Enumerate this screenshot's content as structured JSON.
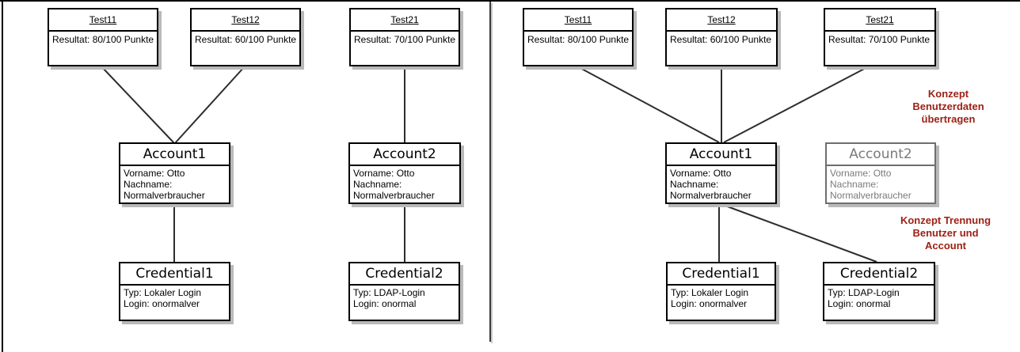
{
  "panels": {
    "left": {
      "test11": {
        "title": "Test11",
        "body": [
          "Resultat: 80/100 Punkte"
        ]
      },
      "test12": {
        "title": "Test12",
        "body": [
          "Resultat: 60/100 Punkte"
        ]
      },
      "test21": {
        "title": "Test21",
        "body": [
          "Resultat: 70/100 Punkte"
        ]
      },
      "account1": {
        "title": "Account1",
        "body": [
          "Vorname: Otto",
          "Nachname:",
          "Normalverbraucher"
        ]
      },
      "account2": {
        "title": "Account2",
        "body": [
          "Vorname: Otto",
          "Nachname:",
          "Normalverbraucher"
        ]
      },
      "credential1": {
        "title": "Credential1",
        "body": [
          "Typ: Lokaler Login",
          "Login: onormalver"
        ]
      },
      "credential2": {
        "title": "Credential2",
        "body": [
          "Typ: LDAP-Login",
          "Login: onormal"
        ]
      }
    },
    "right": {
      "test11": {
        "title": "Test11",
        "body": [
          "Resultat: 80/100 Punkte"
        ]
      },
      "test12": {
        "title": "Test12",
        "body": [
          "Resultat: 60/100 Punkte"
        ]
      },
      "test21": {
        "title": "Test21",
        "body": [
          "Resultat: 70/100 Punkte"
        ]
      },
      "account1": {
        "title": "Account1",
        "body": [
          "Vorname: Otto",
          "Nachname:",
          "Normalverbraucher"
        ]
      },
      "account2": {
        "title": "Account2",
        "body": [
          "Vorname: Otto",
          "Nachname:",
          "Normalverbraucher"
        ]
      },
      "credential1": {
        "title": "Credential1",
        "body": [
          "Typ: Lokaler Login",
          "Login: onormalver"
        ]
      },
      "credential2": {
        "title": "Credential2",
        "body": [
          "Typ: LDAP-Login",
          "Login: onormal"
        ]
      }
    }
  },
  "annotations": {
    "transfer": {
      "line1": "Konzept",
      "line2": "Benutzerdaten",
      "line3": "übertragen"
    },
    "separation": {
      "line1": "Konzept Trennung",
      "line2": "Benutzer und",
      "line3": "Account"
    }
  },
  "colors": {
    "annotation_red": "#9e2015",
    "box_border": "#000000",
    "box_shadow": "#b9b9b9",
    "edge_line": "#2d2d2d",
    "muted_gray": "#6e6e6e"
  }
}
